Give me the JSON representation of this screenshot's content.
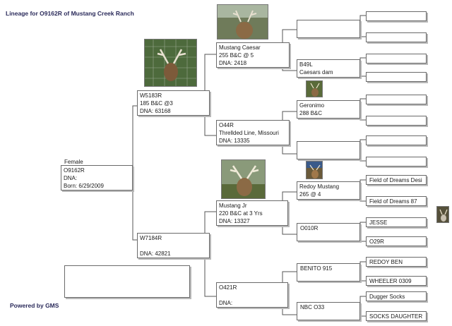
{
  "header": {
    "title": "Lineage for O9162R of Mustang Creek Ranch"
  },
  "footer": {
    "powered_by": "Powered by GMS"
  },
  "subject": {
    "label": "Female",
    "id": "O9162R",
    "dna": "DNA:",
    "born": "Born: 6/29/2009"
  },
  "sire": {
    "id": "W5183R",
    "score": "185 B&C @3",
    "dna": "DNA: 63168"
  },
  "dam": {
    "id": "W7184R",
    "dna": "DNA: 42821"
  },
  "sire_sire": {
    "id": "Mustang Caesar",
    "score": "255 B&C @ 5",
    "dna": "DNA: 2418"
  },
  "sire_dam": {
    "id": "O44R",
    "line": "Threllded Line, Missouri",
    "dna": "DNA: 13335"
  },
  "dam_sire": {
    "id": "Mustang Jr",
    "score": "220 B&C at 3 Yrs",
    "dna": "DNA: 13327"
  },
  "dam_dam": {
    "id": "O421R",
    "dna": "DNA:"
  },
  "gen4": {
    "ss_dam": {
      "id": "B49L",
      "note": "Caesars dam"
    },
    "sd_sire": {
      "id": "Geronimo",
      "score": "288 B&C"
    },
    "ds_sire": {
      "id": "Redoy Mustang",
      "score": "265 @ 4"
    },
    "ds_dam": {
      "id": "O010R"
    },
    "dd_sire": {
      "id": "BENITO 915"
    },
    "dd_dam": {
      "id": "NBC O33"
    }
  },
  "gen5": {
    "ds_s_sire": "Field of Dreams Desi",
    "ds_s_dam": "Field of Dreams 87",
    "ds_d_sire": "JESSE",
    "ds_d_dam": "O29R",
    "dd_s_sire": "REDOY BEN",
    "dd_s_dam": "WHEELER 0309",
    "dd_d_sire": "Dugger Socks",
    "dd_d_dam": "SOCKS DAUGHTER"
  }
}
